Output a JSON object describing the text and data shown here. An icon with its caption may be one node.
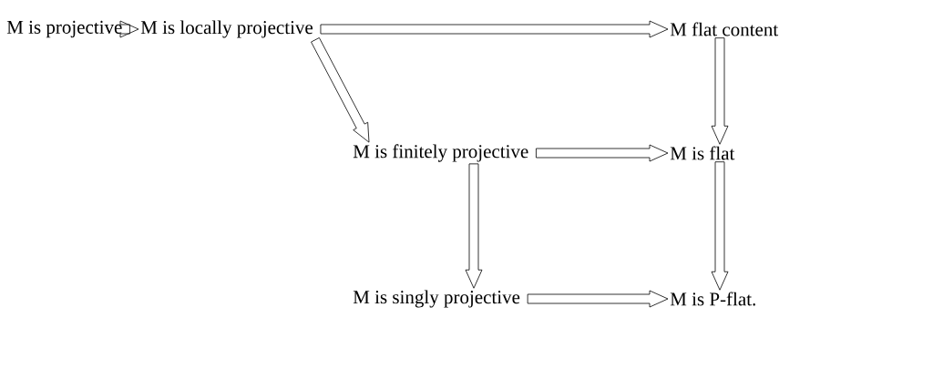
{
  "diagram": {
    "nodes": [
      {
        "text": [
          "M is projective"
        ]
      },
      {
        "text": [
          "M is locally projective"
        ]
      },
      {
        "text": [
          "M flat content"
        ]
      },
      {
        "text": [
          "M is finitely projective"
        ]
      },
      {
        "text": [
          "M is flat"
        ]
      },
      {
        "text": [
          "M is singly projective"
        ]
      },
      {
        "text": [
          "M is P-flat."
        ]
      }
    ],
    "edges": [
      {
        "from": 0,
        "to": 1,
        "arrow": "to"
      },
      {
        "from": 1,
        "to": 2,
        "arrow": "to"
      },
      {
        "from": 1,
        "to": 3,
        "arrow": "to"
      },
      {
        "from": 2,
        "to": 4,
        "arrow": "to"
      },
      {
        "from": 3,
        "to": 4,
        "arrow": "to"
      },
      {
        "from": 3,
        "to": 5,
        "arrow": "to"
      },
      {
        "from": 4,
        "to": 6,
        "arrow": "to"
      },
      {
        "from": 5,
        "to": 6,
        "arrow": "to"
      }
    ]
  }
}
